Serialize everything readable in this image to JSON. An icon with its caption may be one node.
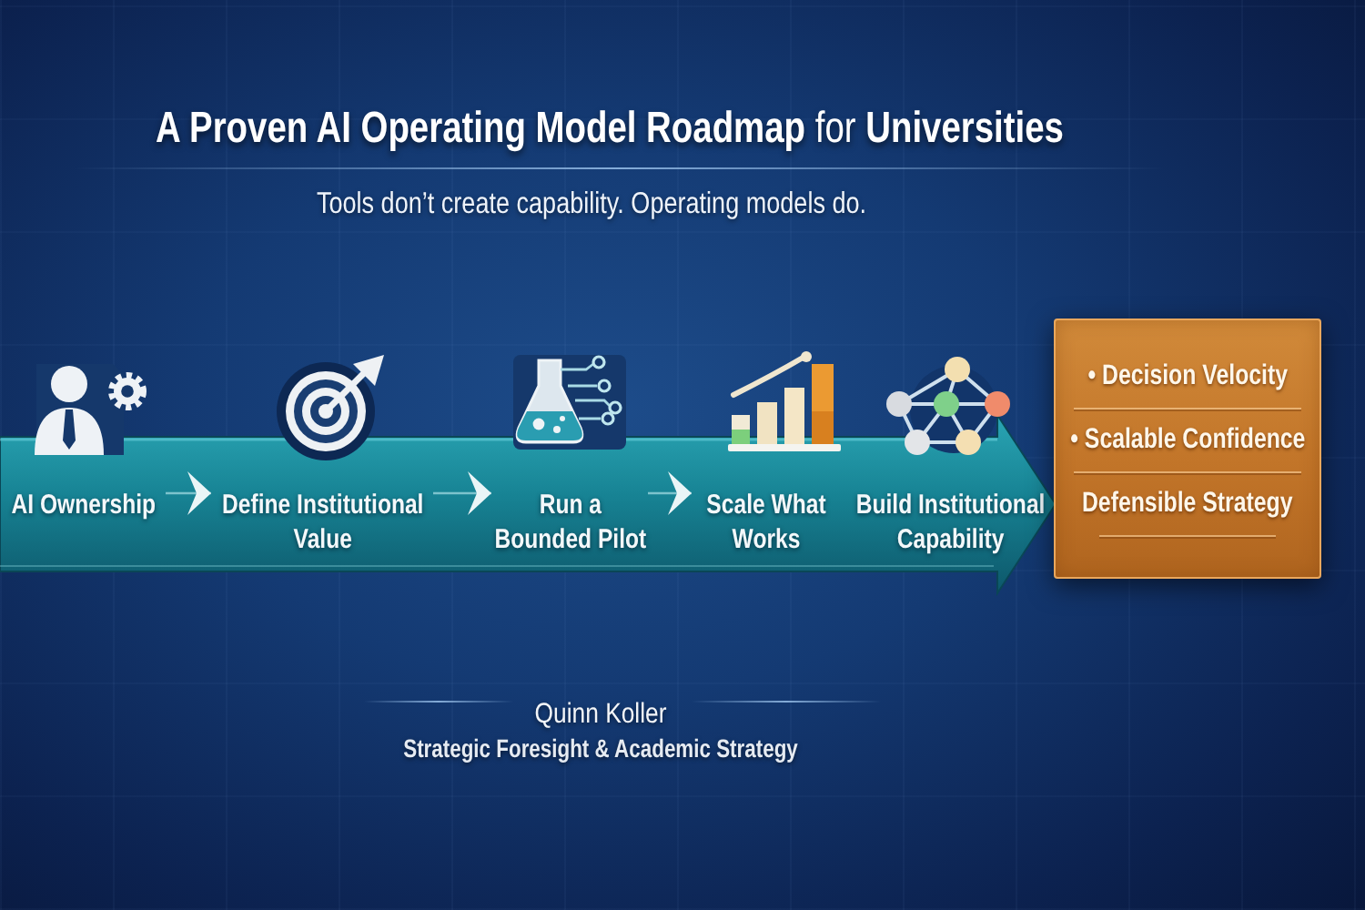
{
  "diagram": {
    "title": "**A Proven AI Operating Model Roadmap** for **Universities**",
    "nodes": [
      {
        "text": [],
        "shape": "arrow"
      },
      {
        "text": [
          "AI Ownership"
        ],
        "in": 0
      },
      {
        "text": [
          "Define Institutional Value"
        ],
        "in": 0
      },
      {
        "text": [
          "Run a Bounded Pilot"
        ],
        "in": 0
      },
      {
        "text": [
          "Scale What Works"
        ],
        "in": 0
      },
      {
        "text": [
          "Build Institutional Capability"
        ],
        "in": 0
      },
      {
        "text": [
          "• Decision Velocity",
          "• Scalable Confidence",
          "Defensible Strategy"
        ]
      }
    ],
    "edges": [
      {
        "from": 1,
        "to": 2,
        "arrow": "to"
      },
      {
        "from": 2,
        "to": 3,
        "arrow": "to"
      },
      {
        "from": 3,
        "to": 4,
        "arrow": "to"
      }
    ],
    "labels": [
      "Tools don’t create capability. Operating models do.",
      "Quinn Koller",
      "Strategic Foresight & Academic Strategy"
    ]
  }
}
